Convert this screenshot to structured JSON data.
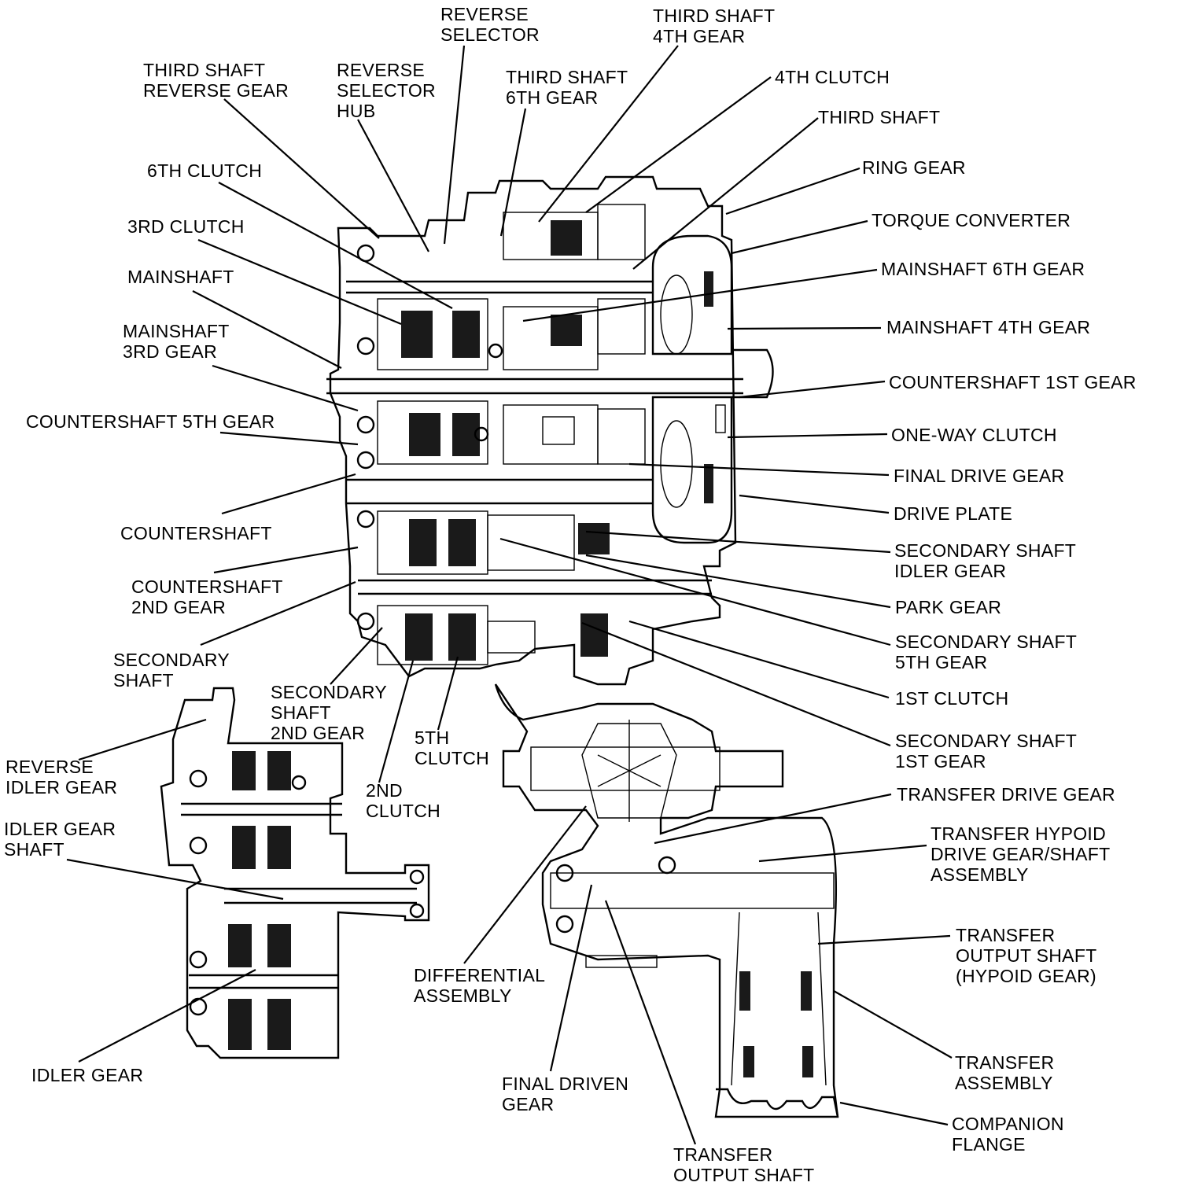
{
  "labels": {
    "reverse_selector": [
      "REVERSE",
      "SELECTOR"
    ],
    "third_shaft_4th_gear": [
      "THIRD SHAFT",
      "4TH GEAR"
    ],
    "third_shaft_reverse_gear": [
      "THIRD SHAFT",
      "REVERSE GEAR"
    ],
    "reverse_selector_hub": [
      "REVERSE",
      "SELECTOR",
      "HUB"
    ],
    "third_shaft_6th_gear": [
      "THIRD SHAFT",
      "6TH GEAR"
    ],
    "clutch_4th": [
      "4TH CLUTCH"
    ],
    "third_shaft": [
      "THIRD SHAFT"
    ],
    "clutch_6th": [
      "6TH CLUTCH"
    ],
    "ring_gear": [
      "RING GEAR"
    ],
    "torque_converter": [
      "TORQUE CONVERTER"
    ],
    "clutch_3rd": [
      "3RD CLUTCH"
    ],
    "mainshaft_6th_gear": [
      "MAINSHAFT 6TH GEAR"
    ],
    "mainshaft": [
      "MAINSHAFT"
    ],
    "mainshaft_4th_gear": [
      "MAINSHAFT 4TH GEAR"
    ],
    "mainshaft_3rd_gear": [
      "MAINSHAFT",
      "3RD GEAR"
    ],
    "countershaft_1st_gear": [
      "COUNTERSHAFT 1ST GEAR"
    ],
    "countershaft_5th_gear": [
      "COUNTERSHAFT 5TH GEAR"
    ],
    "one_way_clutch": [
      "ONE-WAY CLUTCH"
    ],
    "final_drive_gear": [
      "FINAL DRIVE GEAR"
    ],
    "drive_plate": [
      "DRIVE PLATE"
    ],
    "countershaft": [
      "COUNTERSHAFT"
    ],
    "secondary_shaft_idler_gear": [
      "SECONDARY SHAFT",
      "IDLER GEAR"
    ],
    "countershaft_2nd_gear": [
      "COUNTERSHAFT",
      "2ND GEAR"
    ],
    "park_gear": [
      "PARK GEAR"
    ],
    "secondary_shaft_5th_gear": [
      "SECONDARY SHAFT",
      "5TH GEAR"
    ],
    "secondary_shaft": [
      "SECONDARY",
      "SHAFT"
    ],
    "clutch_1st": [
      "1ST CLUTCH"
    ],
    "secondary_shaft_2nd_gear": [
      "SECONDARY",
      "SHAFT",
      "2ND GEAR"
    ],
    "secondary_shaft_1st_gear": [
      "SECONDARY SHAFT",
      "1ST GEAR"
    ],
    "clutch_5th": [
      "5TH",
      "CLUTCH"
    ],
    "reverse_idler_gear": [
      "REVERSE",
      "IDLER GEAR"
    ],
    "transfer_drive_gear": [
      "TRANSFER DRIVE GEAR"
    ],
    "clutch_2nd": [
      "2ND",
      "CLUTCH"
    ],
    "idler_gear_shaft": [
      "IDLER GEAR",
      "SHAFT"
    ],
    "transfer_hypoid_drive_gear": [
      "TRANSFER HYPOID",
      "DRIVE GEAR/SHAFT",
      "ASSEMBLY"
    ],
    "transfer_output_shaft_hypoid": [
      "TRANSFER",
      "OUTPUT SHAFT",
      "(HYPOID GEAR)"
    ],
    "differential_assembly": [
      "DIFFERENTIAL",
      "ASSEMBLY"
    ],
    "idler_gear": [
      "IDLER GEAR"
    ],
    "transfer_assembly": [
      "TRANSFER",
      "ASSEMBLY"
    ],
    "final_driven_gear": [
      "FINAL DRIVEN",
      "GEAR"
    ],
    "companion_flange": [
      "COMPANION",
      "FLANGE"
    ],
    "transfer_output_shaft": [
      "TRANSFER",
      "OUTPUT SHAFT"
    ]
  }
}
